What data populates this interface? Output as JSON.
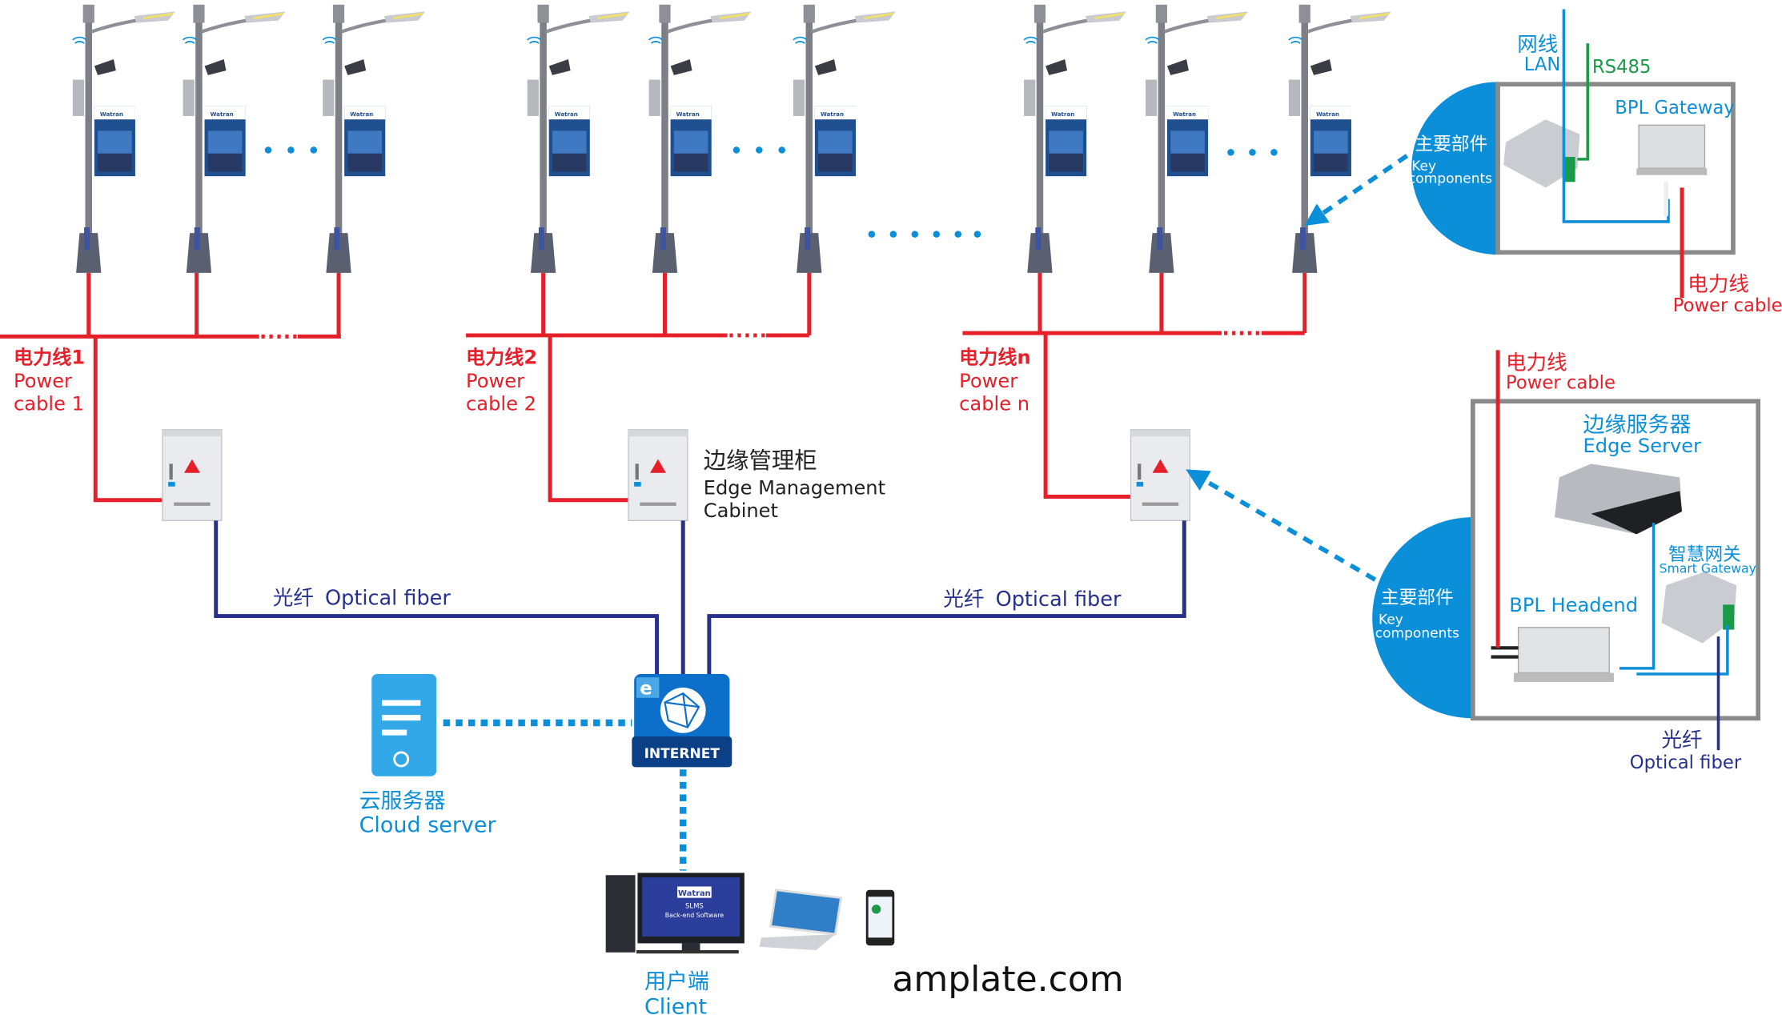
{
  "colors": {
    "power": "#e5202a",
    "lan": "#0a8fd8",
    "fiber": "#27318b",
    "rs485": "#1a9b47",
    "panel": "#0a8fd8",
    "frame": "#8a8a8a"
  },
  "power_lines": [
    {
      "cn": "电力线1",
      "en1": "Power",
      "en2": "cable 1"
    },
    {
      "cn": "电力线2",
      "en1": "Power",
      "en2": "cable 2"
    },
    {
      "cn": "电力线n",
      "en1": "Power",
      "en2": "cable n"
    }
  ],
  "cabinet": {
    "cn": "边缘管理柜",
    "en1": "Edge Management",
    "en2": "Cabinet"
  },
  "fiber_left": {
    "cn": "光纤",
    "en": "Optical fiber"
  },
  "fiber_right": {
    "cn": "光纤",
    "en": "Optical fiber"
  },
  "internet": {
    "label": "INTERNET",
    "icon": "globe-icon"
  },
  "cloud": {
    "cn": "云服务器",
    "en": "Cloud server"
  },
  "client": {
    "cn": "用户端",
    "en": "Client",
    "screen_brand": "Watran",
    "screen_l1": "SLMS",
    "screen_l2": "Back-end Software"
  },
  "watermark": "amplate.com",
  "pole_brand": "Watran",
  "top_panel": {
    "cn": "主要部件",
    "en1": "Key",
    "en2": "components",
    "lan_cn": "网线",
    "lan_en": "LAN",
    "rs485": "RS485",
    "device": "BPL Gateway",
    "power_cn": "电力线",
    "power_en": "Power  cable"
  },
  "bottom_panel": {
    "cn": "主要部件",
    "en1": "Key",
    "en2": "components",
    "power_cn": "电力线",
    "power_en": "Power  cable",
    "server_cn": "边缘服务器",
    "server_en": "Edge Server",
    "gateway_cn": "智慧网关",
    "gateway_en": "Smart Gateway",
    "headend": "BPL  Headend",
    "fiber_cn": "光纤",
    "fiber_en": "Optical  fiber"
  }
}
